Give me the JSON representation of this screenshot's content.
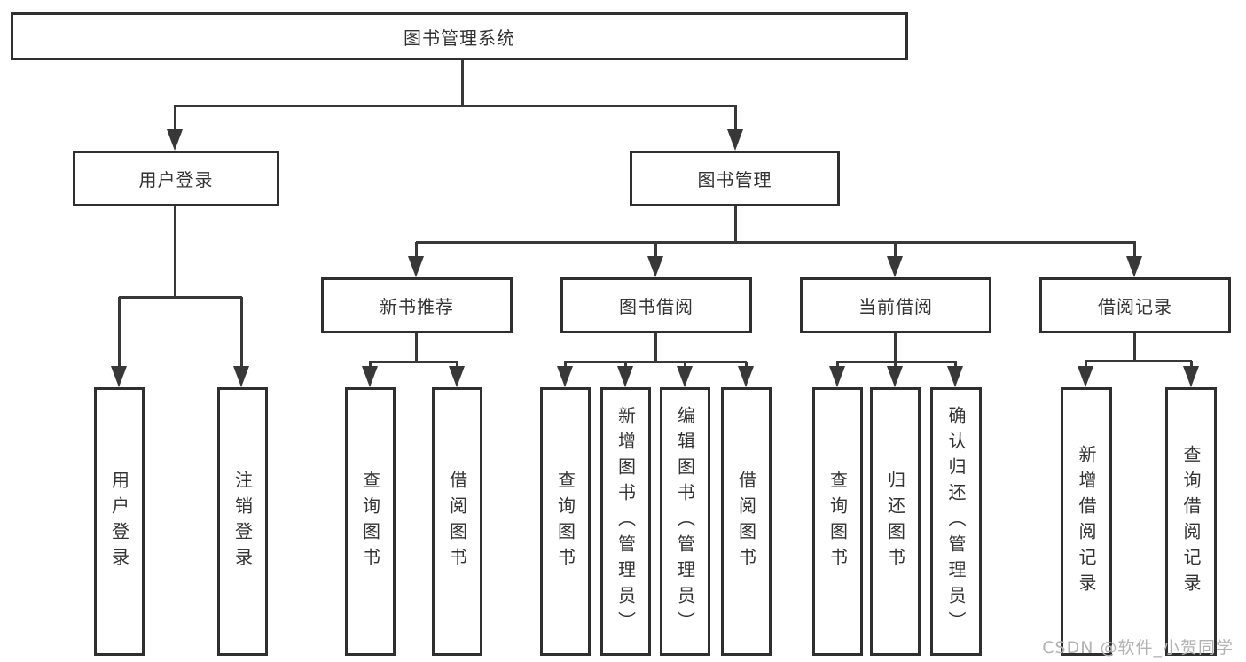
{
  "diagram": {
    "root": {
      "label": "图书管理系统"
    },
    "level2": [
      {
        "id": "user-login",
        "label": "用户登录"
      },
      {
        "id": "book-management",
        "label": "图书管理"
      }
    ],
    "level3": [
      {
        "id": "new-book-recommend",
        "label": "新书推荐",
        "parent": "图书管理"
      },
      {
        "id": "book-borrow",
        "label": "图书借阅",
        "parent": "图书管理"
      },
      {
        "id": "current-borrow",
        "label": "当前借阅",
        "parent": "图书管理"
      },
      {
        "id": "borrow-record",
        "label": "借阅记录",
        "parent": "图书管理"
      }
    ],
    "leaves": [
      {
        "parent": "用户登录",
        "label": "用户登录"
      },
      {
        "parent": "用户登录",
        "label": "注销登录"
      },
      {
        "parent": "新书推荐",
        "label": "查询图书"
      },
      {
        "parent": "新书推荐",
        "label": "借阅图书"
      },
      {
        "parent": "图书借阅",
        "label": "查询图书"
      },
      {
        "parent": "图书借阅",
        "label": "新增图书（管理员）"
      },
      {
        "parent": "图书借阅",
        "label": "编辑图书（管理员）"
      },
      {
        "parent": "图书借阅",
        "label": "借阅图书"
      },
      {
        "parent": "当前借阅",
        "label": "查询图书"
      },
      {
        "parent": "当前借阅",
        "label": "归还图书"
      },
      {
        "parent": "当前借阅",
        "label": "确认归还（管理员）"
      },
      {
        "parent": "借阅记录",
        "label": "新增借阅记录"
      },
      {
        "parent": "借阅记录",
        "label": "查询借阅记录"
      }
    ],
    "watermark": "CSDN @软件_小贺同学",
    "colors": {
      "line": "#383838",
      "box_border": "#2f2f2f",
      "text": "#333333",
      "background": "#ffffff",
      "watermark": "#b2b2b2"
    }
  }
}
